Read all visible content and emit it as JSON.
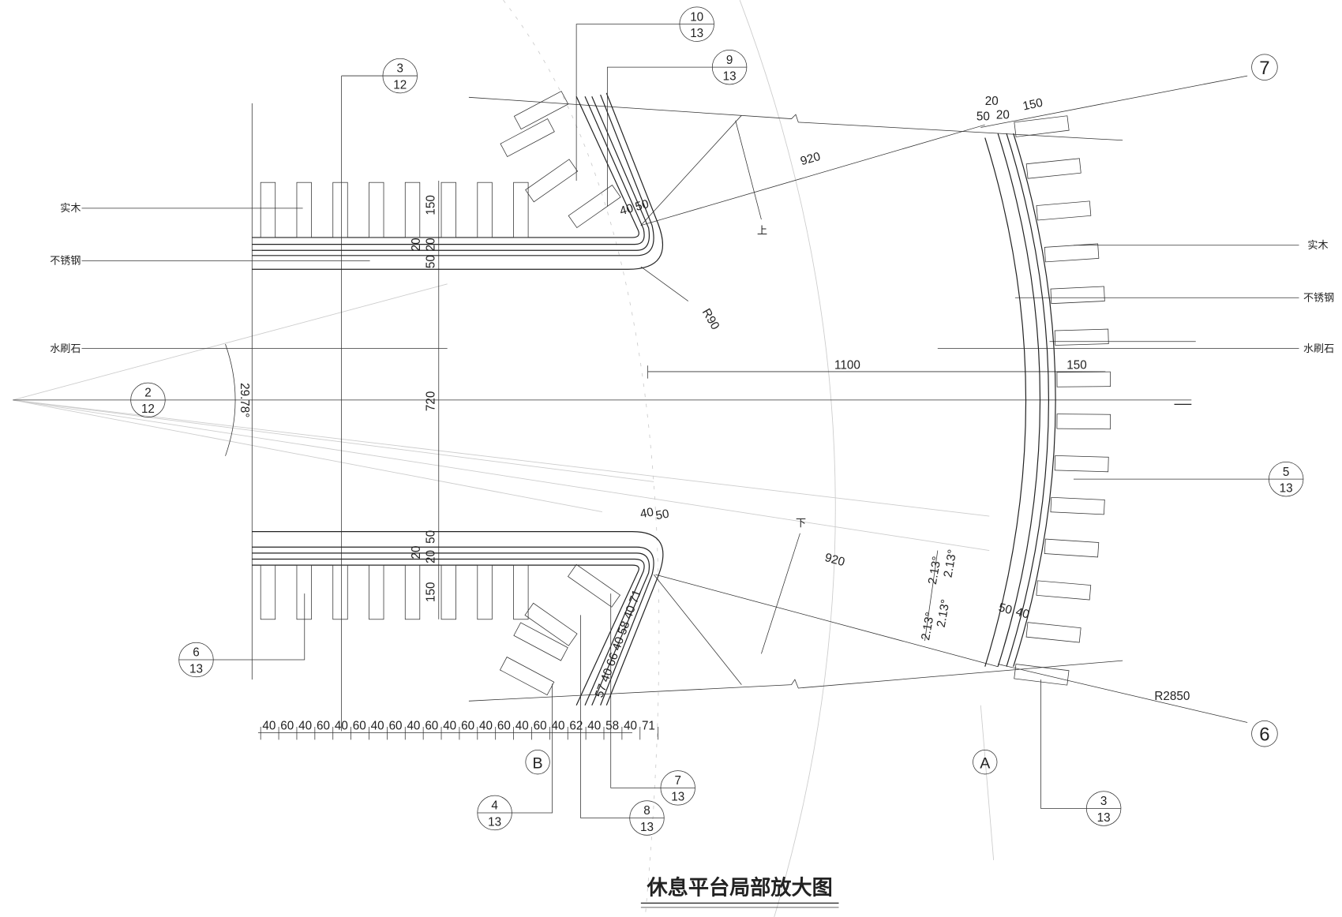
{
  "title": "休息平台局部放大图",
  "labels_left": {
    "wood": "实木",
    "steel": "不锈钢",
    "stone": "水刷石"
  },
  "labels_right": {
    "wood": "实木",
    "steel": "不锈钢",
    "stone": "水刷石"
  },
  "balloons": {
    "b3_12": {
      "top": "3",
      "bottom": "12"
    },
    "b10_13": {
      "top": "10",
      "bottom": "13"
    },
    "b9_13": {
      "top": "9",
      "bottom": "13"
    },
    "b2_12": {
      "top": "2",
      "bottom": "12"
    },
    "b5_13": {
      "top": "5",
      "bottom": "13"
    },
    "b6_13": {
      "top": "6",
      "bottom": "13"
    },
    "b4_13": {
      "top": "4",
      "bottom": "13"
    },
    "b8_13": {
      "top": "8",
      "bottom": "13"
    },
    "b7_13": {
      "top": "7",
      "bottom": "13"
    },
    "b3_13": {
      "top": "3",
      "bottom": "13"
    }
  },
  "axis_markers": {
    "seven": "7",
    "six": "6",
    "A": "A",
    "B": "B"
  },
  "dims": {
    "top_150": "150",
    "top_20a": "20",
    "top_20b": "20",
    "top_50": "50",
    "v720": "720",
    "top_920": "920",
    "top_40": "40",
    "top_50r": "50",
    "r90": "R90",
    "right_20": "20",
    "right_50": "50",
    "right_20b": "20",
    "right_150": "150",
    "d1100": "1100",
    "d150": "150",
    "angle": "29.78°",
    "up": "上",
    "down": "下",
    "bot_920": "920",
    "bot_40": "40",
    "bot_50": "50",
    "bot_50r": "50",
    "bot_40r": "40",
    "bot_20a": "20",
    "bot_20b": "20",
    "bot_50l": "50",
    "bot_150": "150",
    "ang1": "2.13°",
    "ang2": "2.13°",
    "ang3": "2.13°",
    "ang4": "2.13°",
    "r2850": "R2850",
    "curve_dims": "57 40 66 40 58 40 71"
  },
  "bottom_row": [
    "40",
    "60",
    "40",
    "60",
    "40",
    "60",
    "40",
    "60",
    "40",
    "60",
    "40",
    "60",
    "40",
    "60",
    "40",
    "60",
    "40",
    "62",
    "40",
    "58",
    "40",
    "71"
  ]
}
